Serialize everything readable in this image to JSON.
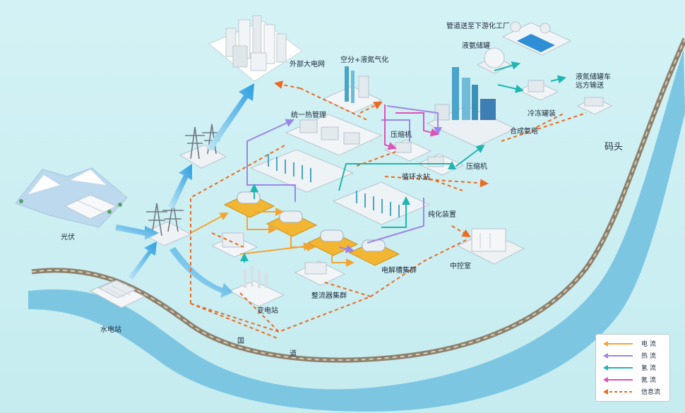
{
  "labels": {
    "grid": "外部大电网",
    "asu": "空分+液氮气化",
    "pipe_plant": "管道送至下游化工厂",
    "nh3_tank": "液氨储罐",
    "tanker": "液氮储罐车\n远方输送",
    "heat": "统一热管理",
    "comp1": "压缩机",
    "comp2": "压缩机",
    "synth": "合成氨塔",
    "freeze": "冷冻罐装",
    "dock": "码头",
    "pv": "光伏",
    "cooling": "循环水站",
    "purify": "纯化装置",
    "electrolyzer": "电解槽集群",
    "control": "中控室",
    "rectifier": "整流器集群",
    "substation": "变电站",
    "hydro": "水电站",
    "road1": "国",
    "road2": "道"
  },
  "legend": [
    {
      "label": "电 流",
      "color": "#f2a531",
      "style": "solid"
    },
    {
      "label": "热 流",
      "color": "#9a86e8",
      "style": "solid"
    },
    {
      "label": "氢 流",
      "color": "#1fb5b0",
      "style": "solid"
    },
    {
      "label": "氮 流",
      "color": "#e052b8",
      "style": "solid"
    },
    {
      "label": "信息流",
      "color": "#ec6a1f",
      "style": "dashed"
    }
  ]
}
